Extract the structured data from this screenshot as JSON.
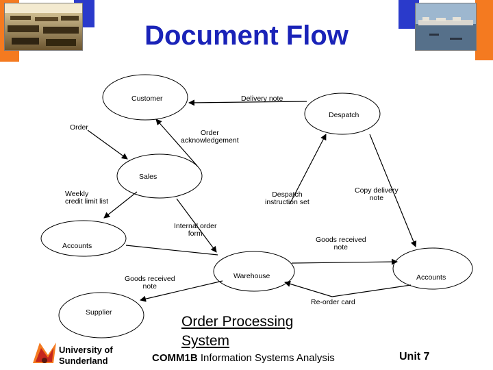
{
  "slide": {
    "title": "Document Flow",
    "footer": {
      "university_line1": "University of",
      "university_line2": "Sunderland",
      "subtitle_line1": "Order Processing",
      "subtitle_line2": "System",
      "course_code": "COMM1B",
      "course_name": "Information Systems Analysis",
      "unit": "Unit 7"
    },
    "colors": {
      "title": "#1a23b8",
      "accent_orange": "#f47a20",
      "accent_blue": "#2a3acb"
    }
  },
  "diagram": {
    "entities": {
      "customer": "Customer",
      "despatch": "Despatch",
      "sales": "Sales",
      "accounts_left": "Accounts",
      "warehouse": "Warehouse",
      "accounts_right": "Accounts",
      "supplier": "Supplier"
    },
    "flows": {
      "delivery_note": "Delivery note",
      "order": "Order",
      "order_ack_line1": "Order",
      "order_ack_line2": "acknowledgement",
      "weekly_line1": "Weekly",
      "weekly_line2": "credit limit list",
      "despatch_instr_line1": "Despatch",
      "despatch_instr_line2": "instruction set",
      "copy_delivery_line1": "Copy delivery",
      "copy_delivery_line2": "note",
      "internal_order_line1": "Internal order",
      "internal_order_line2": "form",
      "goods_recv_right_line1": "Goods received",
      "goods_recv_right_line2": "note",
      "goods_recv_left_line1": "Goods received",
      "goods_recv_left_line2": "note",
      "reorder_card": "Re-order card"
    }
  }
}
